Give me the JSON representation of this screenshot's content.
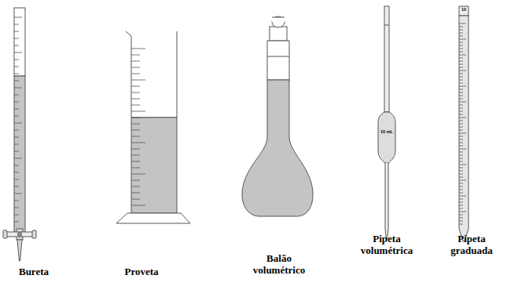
{
  "diagram": {
    "labels": [
      "Bureta",
      "Proveta",
      "Balão volumétrico",
      "Pipeta volumétrica",
      "Pipeta graduada",
      "10 mL",
      "10"
    ]
  }
}
